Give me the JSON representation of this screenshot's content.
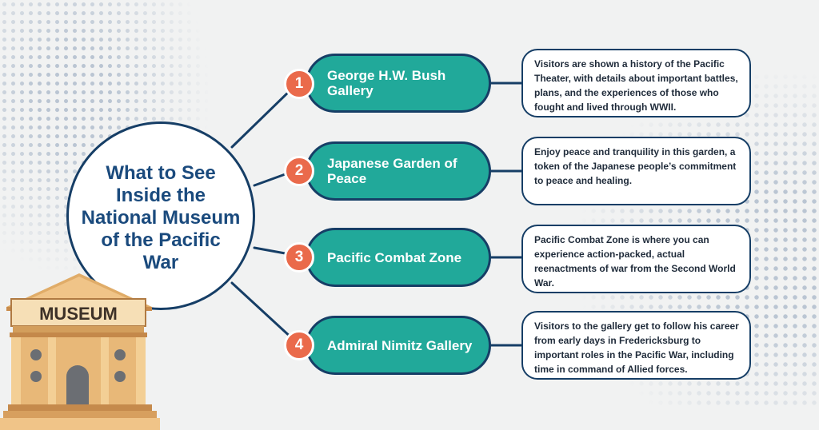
{
  "title": "What to See Inside the National Museum of the Pacific War",
  "building_sign": "MUSEUM",
  "items": [
    {
      "number": "1",
      "label": "George H.W. Bush Gallery",
      "description": "Visitors are shown a history of the Pacific Theater, with details about important battles, plans, and the experiences of those who fought and lived through WWII."
    },
    {
      "number": "2",
      "label": "Japanese Garden of Peace",
      "description": "Enjoy peace and tranquility in this garden, a token of the Japanese people’s commitment to peace and healing."
    },
    {
      "number": "3",
      "label": "Pacific Combat Zone",
      "description": "Pacific Combat Zone is where you can experience action-packed, actual reenactments of war from the Second World War."
    },
    {
      "number": "4",
      "label": "Admiral Nimitz Gallery",
      "description": "Visitors to the gallery get to follow his career from early days in Fredericksburg to important roles in the Pacific War, including time in command of Allied forces."
    }
  ],
  "colors": {
    "navy": "#163e66",
    "title_blue": "#1a4a7d",
    "teal": "#21a99a",
    "badge_orange": "#ea6a4b",
    "building_tan": "#e8b878",
    "background": "#f1f2f2"
  }
}
